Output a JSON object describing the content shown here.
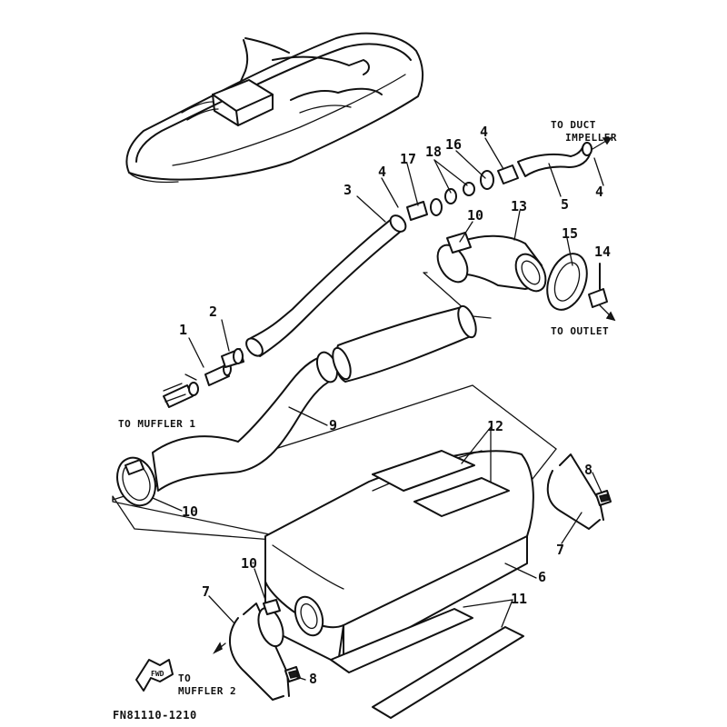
{
  "callouts": {
    "n1": "1",
    "n2": "2",
    "n3": "3",
    "n4a": "4",
    "n4b": "4",
    "n4c": "4",
    "n5": "5",
    "n6": "6",
    "n7a": "7",
    "n7b": "7",
    "n8a": "8",
    "n8b": "8",
    "n9": "9",
    "n10a": "10",
    "n10b": "10",
    "n10c": "10",
    "n11": "11",
    "n12": "12",
    "n13": "13",
    "n14": "14",
    "n15": "15",
    "n16": "16",
    "n17": "17",
    "n18": "18"
  },
  "notes": {
    "to_duct": "TO DUCT",
    "impeller": "IMPELLER",
    "to_outlet": "TO OUTLET",
    "to_muffler_1": "TO MUFFLER 1",
    "to": "TO",
    "muffler_2": "MUFFLER 2"
  },
  "fwd_label": "FWD",
  "figure_code": "FN81110-1210"
}
